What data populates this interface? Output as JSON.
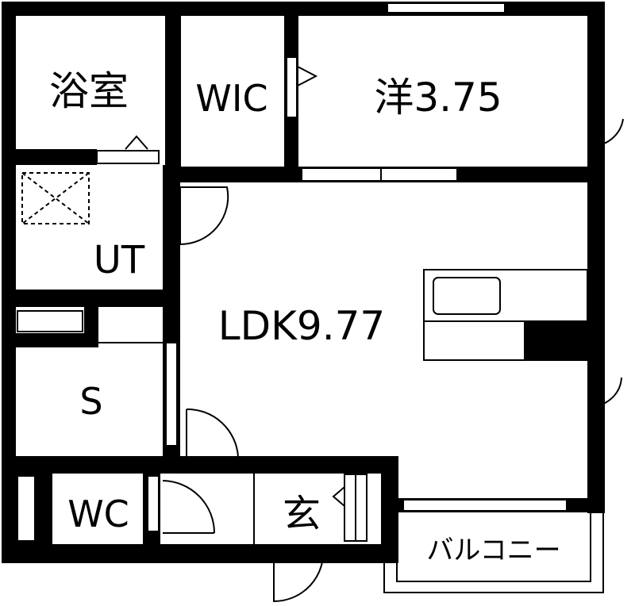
{
  "floorplan": {
    "rooms": {
      "bath": "浴室",
      "wic": "WIC",
      "western": "洋3.75",
      "utility": "UT",
      "ldk": "LDK9.77",
      "storage": "S",
      "toilet": "WC",
      "entrance": "玄",
      "balcony": "バルコニー"
    }
  }
}
